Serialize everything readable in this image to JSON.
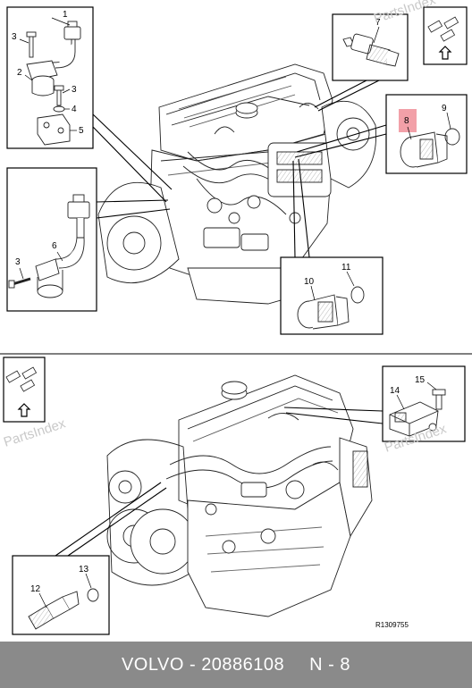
{
  "watermark": "PartsIndex",
  "reference_code": "R1309755",
  "highlight_color": "#f2a0a8",
  "footer_bg": "#8a8a8a",
  "footer": {
    "brand": "VOLVO",
    "separator": " - ",
    "part_number": "20886108",
    "position": "N - 8"
  },
  "callouts": {
    "c1": "1",
    "c2": "2",
    "c3a": "3",
    "c4": "4",
    "c5": "5",
    "c3b": "3",
    "c6": "6",
    "c7": "7",
    "c8": "8",
    "c9": "9",
    "c10": "10",
    "c11": "11",
    "c12": "12",
    "c13": "13",
    "c14": "14",
    "c15": "15"
  },
  "icons": [
    "page-up-arrow-icon",
    "page-up-arrow-icon"
  ]
}
